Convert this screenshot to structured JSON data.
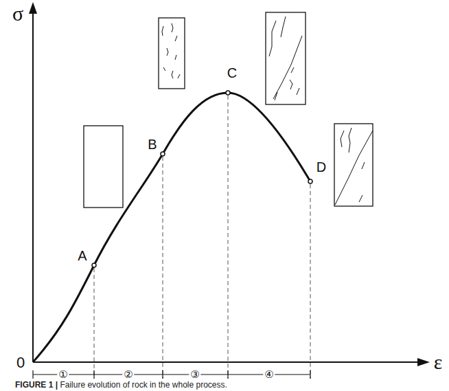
{
  "diagram": {
    "caption": "FIGURE 1 | Failure evolution of rock in the whole process.",
    "labels": [
      "σ",
      "ε",
      "0",
      "A",
      "B",
      "C",
      "D",
      "①",
      "②",
      "③",
      "④"
    ]
  }
}
